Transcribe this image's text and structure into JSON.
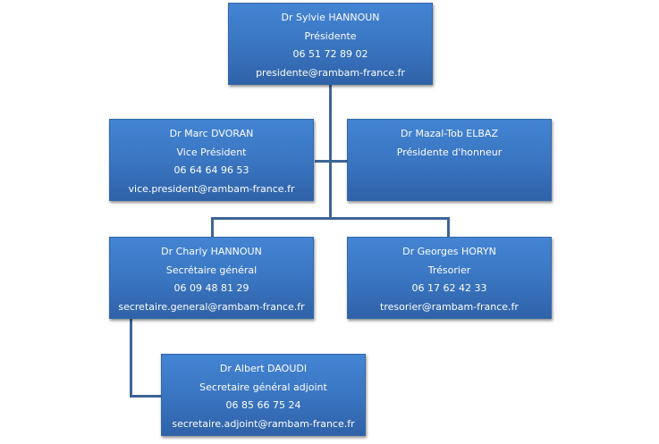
{
  "nodes": {
    "president": {
      "name": "Dr Sylvie HANNOUN",
      "role": "Présidente",
      "phone": "06 51 72 89 02",
      "email": "presidente@rambam-france.fr"
    },
    "vice_president": {
      "name": "Dr Marc DVORAN",
      "role": "Vice Président",
      "phone": "06 64 64 96 53",
      "email": "vice.president@rambam-france.fr"
    },
    "honorary_president": {
      "name": "Dr Mazal-Tob ELBAZ",
      "role": "Présidente d'honneur"
    },
    "secretary_general": {
      "name": "Dr Charly HANNOUN",
      "role": "Secrétaire général",
      "phone": "06 09 48 81 29",
      "email": "secretaire.general@rambam-france.fr"
    },
    "treasurer": {
      "name": "Dr Georges  HORYN",
      "role": "Trésorier",
      "phone": "06 17 62 42 33",
      "email": "tresorier@rambam-france.fr"
    },
    "deputy_secretary": {
      "name": "Dr Albert DAOUDI",
      "role": "Secretaire général adjoint",
      "phone": "06 85 66 75 24",
      "email": "secretaire.adjoint@rambam-france.fr"
    }
  },
  "colors": {
    "box": "#3a76c2",
    "connector": "#3d6596",
    "text": "#ffffff"
  }
}
